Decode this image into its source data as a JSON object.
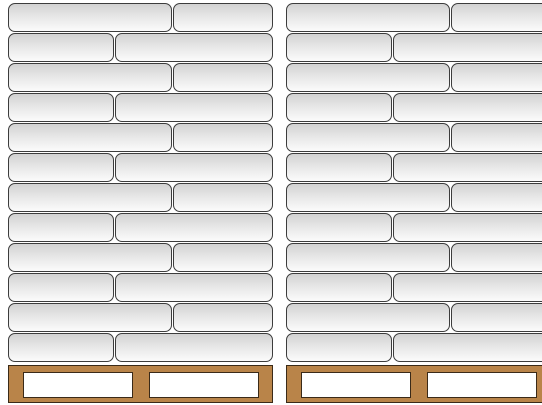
{
  "scene": {
    "description_free": true,
    "pallets": [
      {
        "id": "left",
        "layers": 12,
        "pattern": [
          "long-left",
          "short-left"
        ],
        "slots": 2
      },
      {
        "id": "right",
        "layers": 12,
        "pattern": [
          "long-left",
          "short-left"
        ],
        "slots": 2
      }
    ],
    "colors": {
      "brick_border": "#3c3c3c",
      "brick_fill_top": "#d2d2d2",
      "brick_fill_bottom": "#fbfbfb",
      "pallet_wood": "#b98449",
      "pallet_border": "#3a2a18",
      "slot_fill": "#ffffff"
    }
  }
}
